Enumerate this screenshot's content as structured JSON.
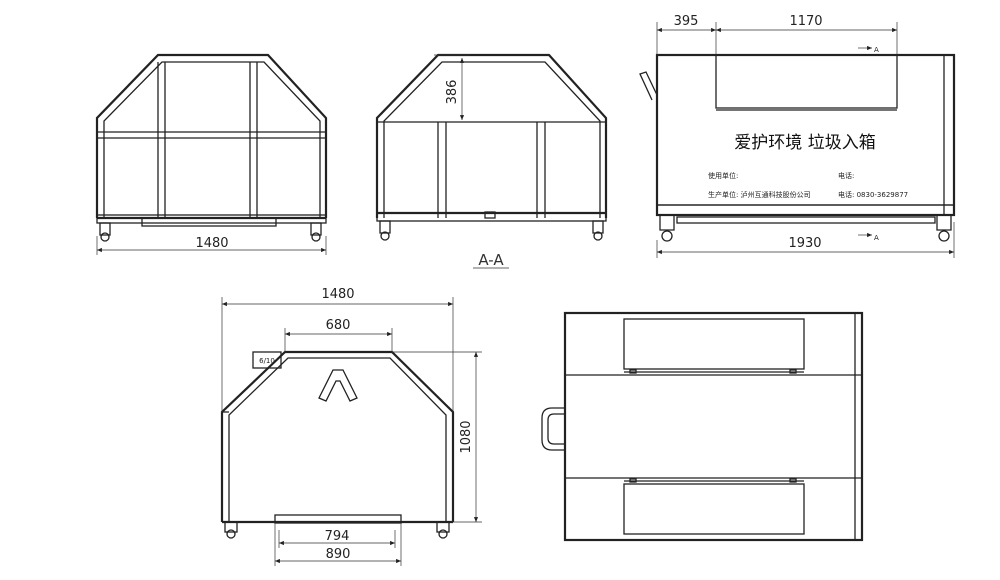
{
  "views": {
    "front": {
      "width_dim": "1480"
    },
    "section": {
      "height_dim": "386",
      "label": "A-A"
    },
    "side": {
      "dim_left": "395",
      "dim_top": "1170",
      "length_dim": "1930",
      "section_mark_top": "A",
      "section_mark_bottom": "A",
      "sign_title": "爱护环境   垃圾入箱",
      "user_label": "使用单位:",
      "phone_label_1": "电话:",
      "maker_label": "生产单位: 泸州互通科技股份公司",
      "phone_label_2": "电话: 0830-3629877"
    },
    "end": {
      "width_dim": "1480",
      "opening_dim": "680",
      "height_dim": "1080",
      "base_dim_inner": "794",
      "base_dim_outer": "890",
      "tag_text": "6/10"
    },
    "top": {}
  }
}
